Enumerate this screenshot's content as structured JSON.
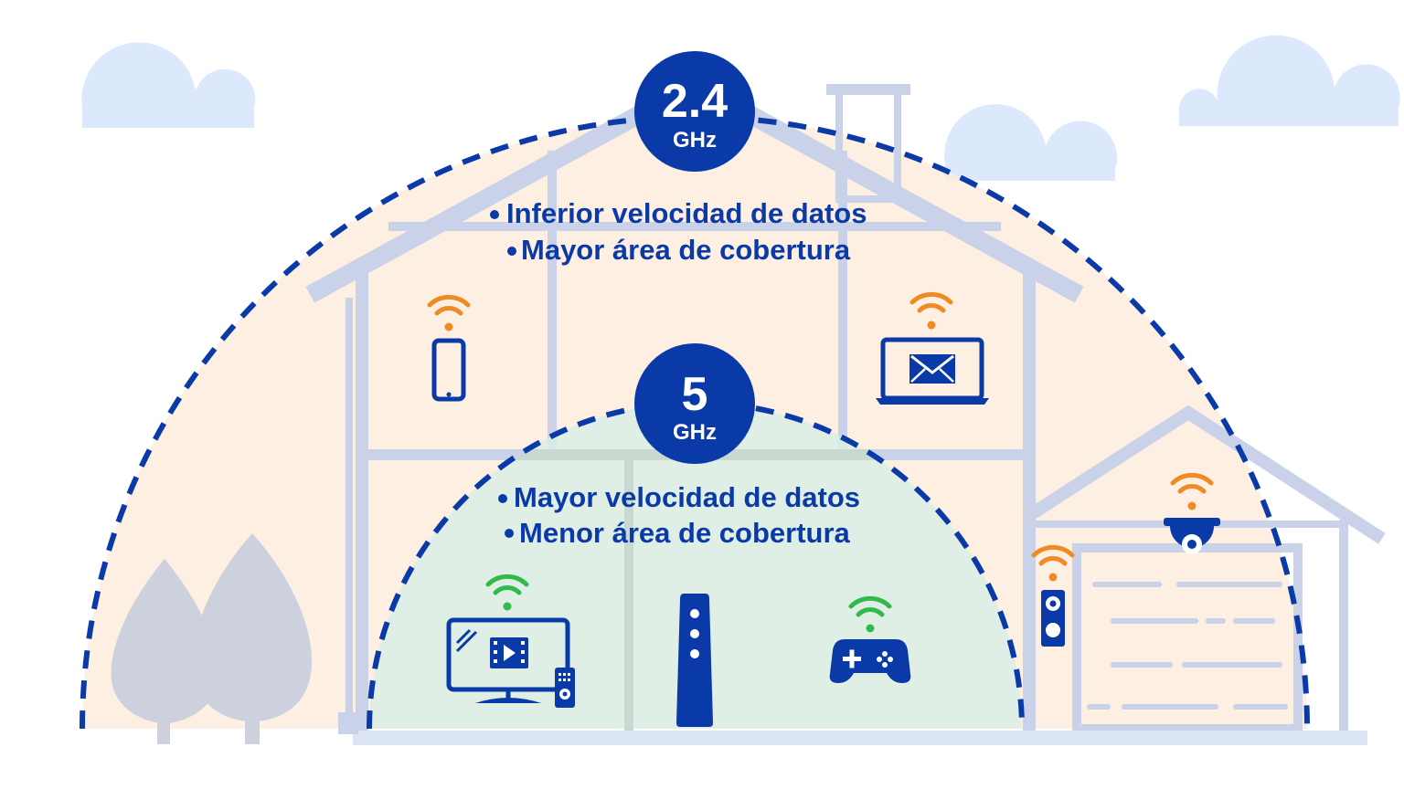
{
  "colors": {
    "brand_blue": "#0a3aa8",
    "band24_fill": "#fcecdc",
    "band5_fill": "#dbefe5",
    "house_outline": "#c9d2e9",
    "cloud": "#dce8fb",
    "tree": "#cdd0dd",
    "wifi_24": "#f08a25",
    "wifi_5": "#33b84a"
  },
  "band_24": {
    "number": "2.4",
    "unit": "GHz",
    "bullets": [
      "Inferior velocidad de datos",
      "Mayor área de cobertura"
    ]
  },
  "band_5": {
    "number": "5",
    "unit": "GHz",
    "bullets": [
      "Mayor velocidad de datos",
      "Menor área de cobertura"
    ]
  },
  "devices": [
    {
      "icon": "smartphone-icon",
      "band": "2.4 GHz"
    },
    {
      "icon": "laptop-email-icon",
      "band": "2.4 GHz"
    },
    {
      "icon": "security-camera-icon",
      "band": "2.4 GHz"
    },
    {
      "icon": "video-doorbell-icon",
      "band": "2.4 GHz"
    },
    {
      "icon": "smart-tv-icon",
      "band": "5 GHz"
    },
    {
      "icon": "router-icon",
      "band": "5 GHz"
    },
    {
      "icon": "game-controller-icon",
      "band": "5 GHz"
    }
  ]
}
